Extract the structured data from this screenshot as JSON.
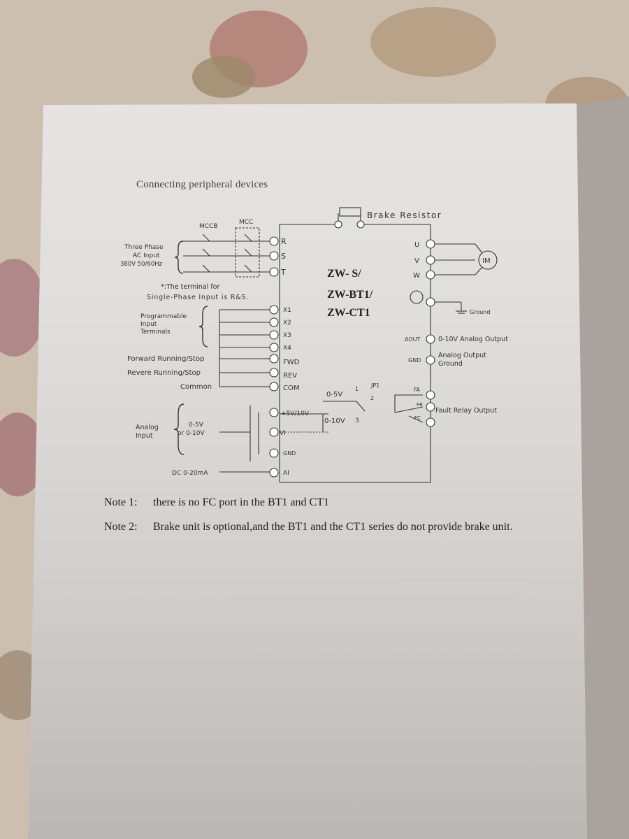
{
  "heading": "Connecting peripheral devices",
  "diagram": {
    "brake_resistor": "Brake Resistor",
    "mccb": "MCCB",
    "mcc": "MCC",
    "three_phase_input": [
      "Three Phase",
      "AC Input",
      "380V 50/60Hz"
    ],
    "single_phase_note": [
      "*:The  terminal  for",
      "Single-Phase Input  is  R&S."
    ],
    "input_terminals": [
      "R",
      "S",
      "T"
    ],
    "output_terminals": [
      "U",
      "V",
      "W"
    ],
    "motor": "IM",
    "ground": "Ground",
    "model_lines": [
      "ZW- S/",
      "ZW-BT1/",
      "ZW-CT1"
    ],
    "programmable_input": [
      "Programmable",
      "Input",
      "Terminals"
    ],
    "x_terminals": [
      "X1",
      "X2",
      "X3",
      "X4"
    ],
    "forward_running": "Forward Running/Stop",
    "reverse_running": "Revere Running/Stop",
    "fwd": "FWD",
    "rev": "REV",
    "common": "Common",
    "com": "COM",
    "aout": "AOUT",
    "analog_output": "0-10V Analog Output",
    "gnd": "GND",
    "analog_output_ground": [
      "Analog  Output",
      "Ground"
    ],
    "jp1": "JP1",
    "jp1_pin1": "1",
    "jp1_pin2": "2",
    "jp1_pin3": "3",
    "range_05": "0-5V",
    "range_010": "0-10V",
    "fa": "FA",
    "fb": "FB",
    "fc": "FC",
    "fault_relay_output": "Fault  Relay Output",
    "supply_5v": "+5V/10V",
    "analog_input": [
      "Analog",
      "Input"
    ],
    "analog_range": [
      "0-5V",
      "or 0-10V"
    ],
    "vi": "VI",
    "gnd_left": "GND",
    "dc_current": "DC 0-20mA",
    "ai": "AI"
  },
  "notes": [
    {
      "label": "Note 1:",
      "text": "there is no FC port in the BT1 and CT1"
    },
    {
      "label": "Note 2:",
      "text": "Brake unit is optional,and the BT1 and the CT1 series do not provide brake unit."
    }
  ]
}
